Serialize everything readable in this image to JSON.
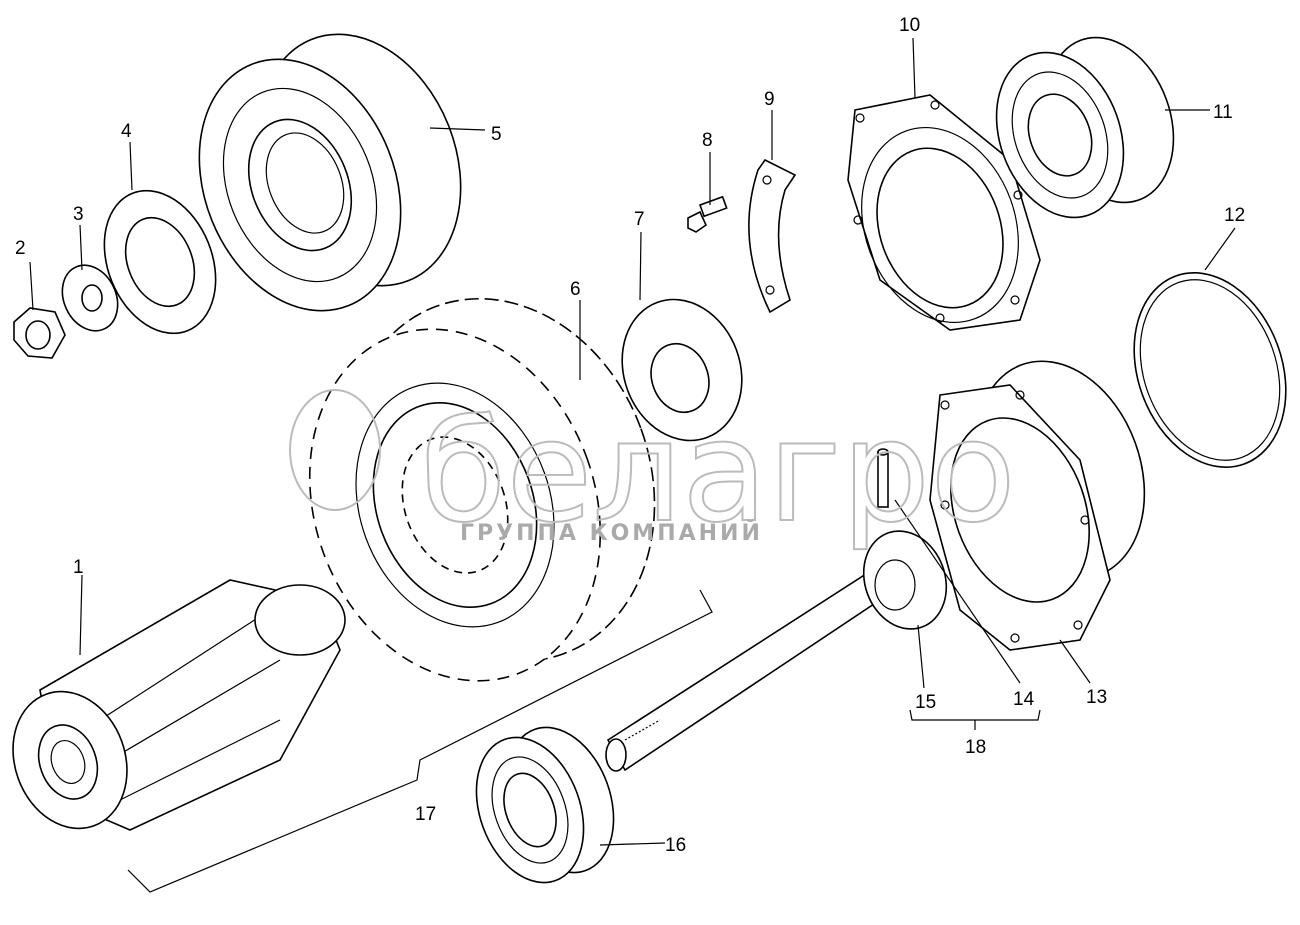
{
  "diagram": {
    "labels": [
      "1",
      "2",
      "3",
      "4",
      "5",
      "6",
      "7",
      "8",
      "9",
      "10",
      "11",
      "12",
      "13",
      "14",
      "15",
      "16",
      "17",
      "18"
    ],
    "watermark": {
      "brand": "белагро",
      "subtitle": "ГРУППА КОМПАНИЙ"
    }
  }
}
